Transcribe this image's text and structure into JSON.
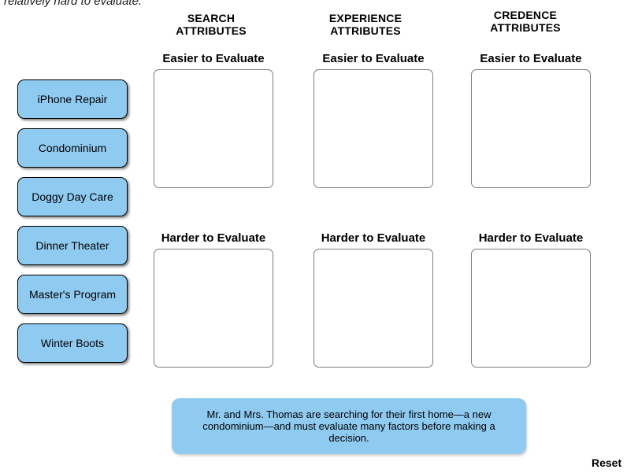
{
  "instructions_fragment": "relatively hard to evaluate.",
  "board": {
    "columns": [
      {
        "name": "SEARCH ATTRIBUTES",
        "zones": [
          {
            "label": "Easier to Evaluate"
          },
          {
            "label": "Harder to Evaluate"
          }
        ]
      },
      {
        "name": "EXPERIENCE ATTRIBUTES",
        "zones": [
          {
            "label": "Easier to Evaluate"
          },
          {
            "label": "Harder to Evaluate"
          }
        ]
      },
      {
        "name": "CREDENCE ATTRIBUTES",
        "zones": [
          {
            "label": "Easier to Evaluate"
          },
          {
            "label": "Harder to Evaluate"
          }
        ]
      }
    ]
  },
  "items": [
    {
      "label": "iPhone Repair"
    },
    {
      "label": "Condominium"
    },
    {
      "label": "Doggy Day Care"
    },
    {
      "label": "Dinner Theater"
    },
    {
      "label": "Master's Program"
    },
    {
      "label": "Winter Boots"
    }
  ],
  "scenario": {
    "text": "Mr. and Mrs. Thomas are searching for their first home—a new condominium—and must evaluate many factors before making a decision."
  },
  "reset": {
    "label": "Reset"
  },
  "colors": {
    "chip_blue": "#8FCBF1",
    "box_border": "#7d7d7d"
  }
}
